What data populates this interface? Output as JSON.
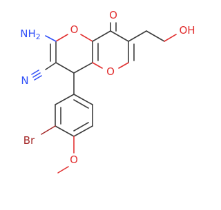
{
  "molecule": {
    "atoms": {
      "amino": "NH",
      "amino_sub": "2",
      "nitrile_n": "N",
      "ring_o1": "O",
      "ring_o2": "O",
      "carbonyl_o": "O",
      "hydroxyl": "OH",
      "bromine": "Br",
      "methoxy_o": "O"
    },
    "colors": {
      "carbon_bond": "#3c3c3c",
      "oxygen": "#e23131",
      "nitrogen": "#3050f8",
      "bromine": "#a52a2a",
      "background": "#ffffff"
    }
  }
}
